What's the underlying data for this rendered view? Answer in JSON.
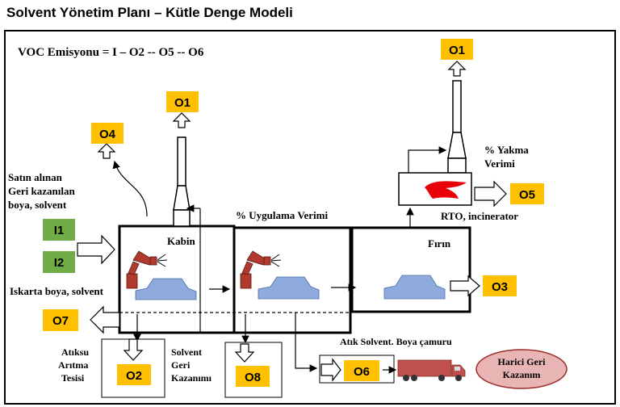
{
  "title": "Solvent Yönetim Planı – Kütle Denge Modeli",
  "equation": "VOC Emisyonu = I –   O2 -- O5 -- O6",
  "boxes": {
    "i1": "I1",
    "i2": "I2",
    "o1_top": "O1",
    "o1_mid": "O1",
    "o2": "O2",
    "o3": "O3",
    "o4": "O4",
    "o5": "O5",
    "o6": "O6",
    "o7": "O7",
    "o8": "O8"
  },
  "labels": {
    "purchased_line1": "Satın alınan",
    "purchased_line2": "Geri kazanılan",
    "purchased_line3": "boya, solvent",
    "waste_paint": "Iskarta boya,  solvent",
    "cabin": "Kabin",
    "application_eff": "% Uygulama Verimi",
    "oven": "Fırın",
    "burn_eff_line1": "% Yakma",
    "burn_eff_line2": "Verimi",
    "rto": "RTO, incinerator",
    "waste_solvent": "Atık Solvent. Boya çamuru",
    "wastewater_line1": "Atıksu",
    "wastewater_line2": "Arıtma",
    "wastewater_line3": "Tesisi",
    "solvent_recovery_line1": "Solvent",
    "solvent_recovery_line2": "Geri",
    "solvent_recovery_line3": "Kazanımı",
    "external_line1": "Harici Geri",
    "external_line2": "Kazanım"
  },
  "colors": {
    "orange": "#ffc000",
    "green": "#70ad47",
    "robot": "#b03a2e",
    "part": "#8faadc",
    "flame": "#e8000b",
    "truck": "#c0504d",
    "ellipse": "#e8b4b4",
    "ellipse_stroke": "#9c2c2c"
  }
}
